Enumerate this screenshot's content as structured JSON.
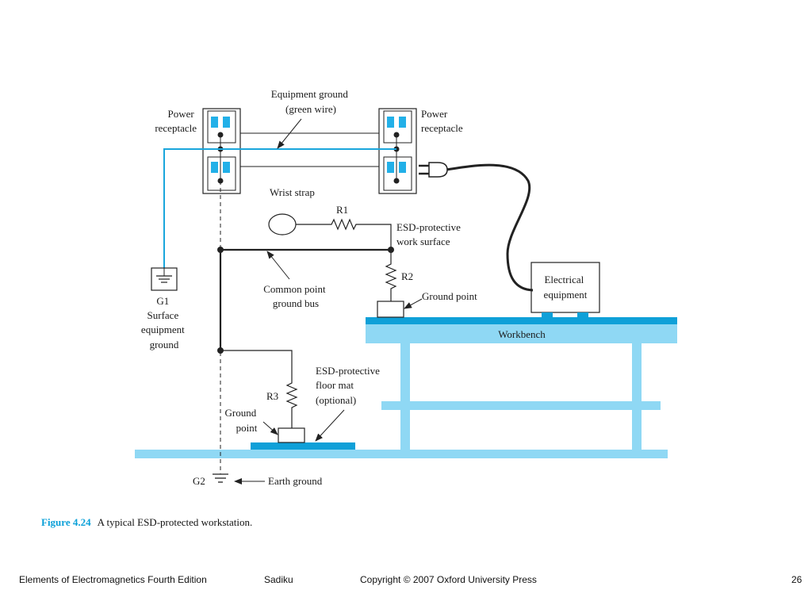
{
  "colors": {
    "cyan_wire": "#1aa6dc",
    "bench_light": "#8fd8f4",
    "bench_dark": "#0fa0d8",
    "socket_slot": "#22b0e8",
    "line": "#222222",
    "caption_accent": "#0aa0d8"
  },
  "diagram": {
    "labels": {
      "power_receptacle_left": [
        "Power",
        "receptacle"
      ],
      "power_receptacle_right": [
        "Power",
        "receptacle"
      ],
      "equipment_ground": [
        "Equipment ground",
        "(green wire)"
      ],
      "wrist_strap": "Wrist strap",
      "r1": "R1",
      "esd_work_surface": [
        "ESD-protective",
        "work surface"
      ],
      "r2": "R2",
      "common_point": [
        "Common point",
        "ground bus"
      ],
      "ground_point_bench": "Ground point",
      "electrical_equipment": [
        "Electrical",
        "equipment"
      ],
      "workbench": "Workbench",
      "g1": [
        "G1",
        "Surface",
        "equipment",
        "ground"
      ],
      "esd_floor_mat": [
        "ESD-protective",
        "floor mat",
        "(optional)"
      ],
      "r3": "R3",
      "ground_point_floor": [
        "Ground",
        "point"
      ],
      "g2": "G2",
      "earth_ground": "Earth ground"
    }
  },
  "caption": {
    "figure": "Figure 4.24",
    "text": "A typical ESD-protected workstation."
  },
  "footer": {
    "book": "Elements of Electromagnetics Fourth Edition",
    "author": "Sadiku",
    "copyright": "Copyright © 2007 Oxford University Press",
    "page": "26"
  }
}
